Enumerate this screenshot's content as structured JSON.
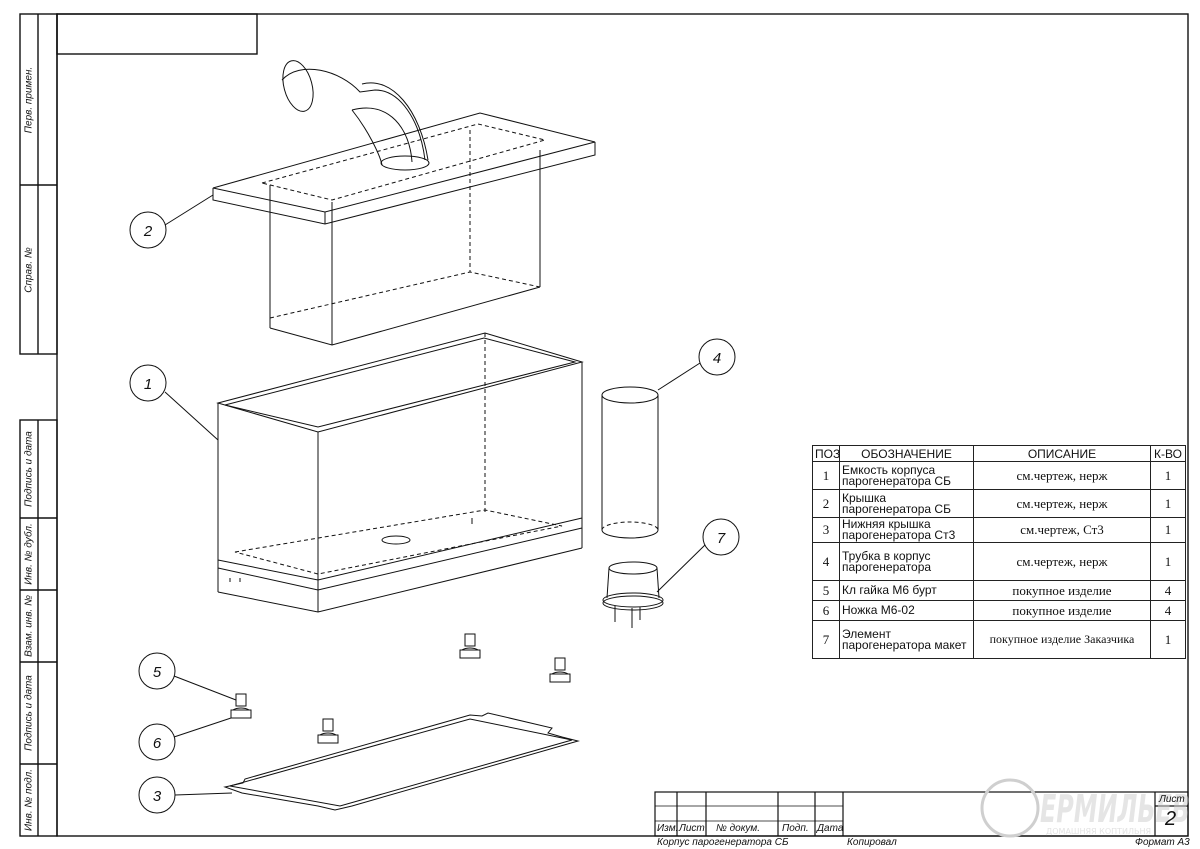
{
  "side_labels": [
    "Перв. примен.",
    "Справ. №",
    "Подпись и дата",
    "Инв. № дубл.",
    "Взам. инв. №",
    "Подпись и дата",
    "Инв. № подл."
  ],
  "balloons": [
    "1",
    "2",
    "3",
    "4",
    "5",
    "6",
    "7"
  ],
  "spec_table": {
    "headers": [
      "ПОЗ",
      "ОБОЗНАЧЕНИЕ",
      "ОПИСАНИЕ",
      "К-ВО"
    ],
    "rows": [
      {
        "pos": "1",
        "name": "Емкость корпуса парогенератора СБ",
        "desc": "см.чертеж, нерж",
        "qty": "1"
      },
      {
        "pos": "2",
        "name": "Крышка парогенератора СБ",
        "desc": "см.чертеж, нерж",
        "qty": "1"
      },
      {
        "pos": "3",
        "name": "Нижняя крышка парогенератора Ст3",
        "desc": "см.чертеж, Ст3",
        "qty": "1"
      },
      {
        "pos": "4",
        "name": "Трубка в корпус парогенератора",
        "desc": "см.чертеж, нерж",
        "qty": "1"
      },
      {
        "pos": "5",
        "name": "Кл гайка М6 бурт",
        "desc": "покупное изделие",
        "qty": "4"
      },
      {
        "pos": "6",
        "name": "Ножка М6-02",
        "desc": "покупное изделие",
        "qty": "4"
      },
      {
        "pos": "7",
        "name": "Элемент парогенератора макет",
        "desc": "покупное изделие Заказчика",
        "qty": "1"
      }
    ]
  },
  "title_block": {
    "cols": [
      "Изм.",
      "Лист",
      "№ докум.",
      "Подп.",
      "Дата"
    ],
    "sheet_label": "Лист",
    "sheet_number": "2",
    "document_name": "Корпус парогенератора СБ",
    "copied": "Копировал",
    "format": "Формат А3"
  },
  "watermark": {
    "main": "ЕРМИЛЬЕВ",
    "sub": "ДОМАШНЯЯ КОПТИЛЬНЯ"
  },
  "colors": {
    "line": "#111111",
    "watermark": "#d0d0d0"
  }
}
